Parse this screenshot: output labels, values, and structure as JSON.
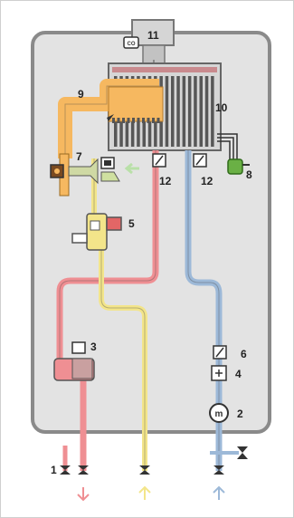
{
  "labels": {
    "l1": "1",
    "l2": "2",
    "l3": "3",
    "l4": "4",
    "l5": "5",
    "l6": "6",
    "l7": "7",
    "l8": "8",
    "l9": "9",
    "l10": "10",
    "l11": "11",
    "l12a": "12",
    "l12b": "12"
  },
  "components": {
    "flue": "flue-outlet",
    "co_sensor": "CO",
    "heat_exchanger": "heat-exchanger",
    "fan": "fan",
    "burner": "burner",
    "gas_valve": "gas-valve",
    "mixing_valve": "mixing-valve",
    "water_pump": "water-pump",
    "flow_sensor": "flow-sensor",
    "condensate_trap": "condensate-trap"
  },
  "colors": {
    "hot": "#ef8f93",
    "cold": "#9db9d8",
    "gas": "#f3e58a",
    "flue": "#f6b860",
    "casing": "#e3e3e3",
    "outline": "#555555",
    "exchanger": "#575757",
    "condensate": "#6ab045"
  }
}
